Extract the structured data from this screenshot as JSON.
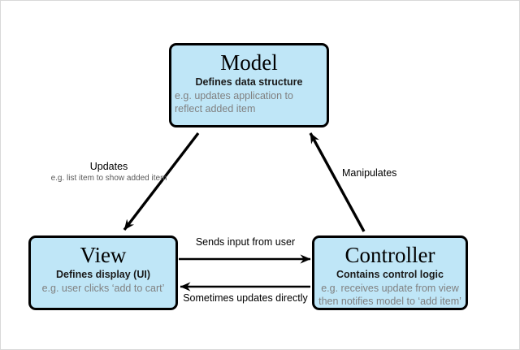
{
  "diagram": {
    "background_color": "#ffffff",
    "node_fill": "#bfe6f7",
    "node_stroke": "#000000",
    "arrow_color": "#000000",
    "nodes": [
      {
        "id": "model",
        "title": "Model",
        "subtitle": "Defines data structure",
        "example": "e.g. updates application to reflect added item"
      },
      {
        "id": "view",
        "title": "View",
        "subtitle": "Defines display (UI)",
        "example": "e.g. user clicks ‘add to cart’"
      },
      {
        "id": "controller",
        "title": "Controller",
        "subtitle": "Contains control logic",
        "example": "e.g. receives update from view then notifies model to ‘add item’"
      }
    ],
    "edges": [
      {
        "id": "model-to-view",
        "label": "Updates",
        "sublabel": "e.g. list item to show added item",
        "from": "model",
        "to": "view"
      },
      {
        "id": "controller-to-model",
        "label": "Manipulates",
        "sublabel": "",
        "from": "controller",
        "to": "model"
      },
      {
        "id": "view-to-controller",
        "label": "Sends input from user",
        "sublabel": "",
        "from": "view",
        "to": "controller"
      },
      {
        "id": "controller-to-view",
        "label": "Sometimes updates directly",
        "sublabel": "",
        "from": "controller",
        "to": "view"
      }
    ]
  }
}
